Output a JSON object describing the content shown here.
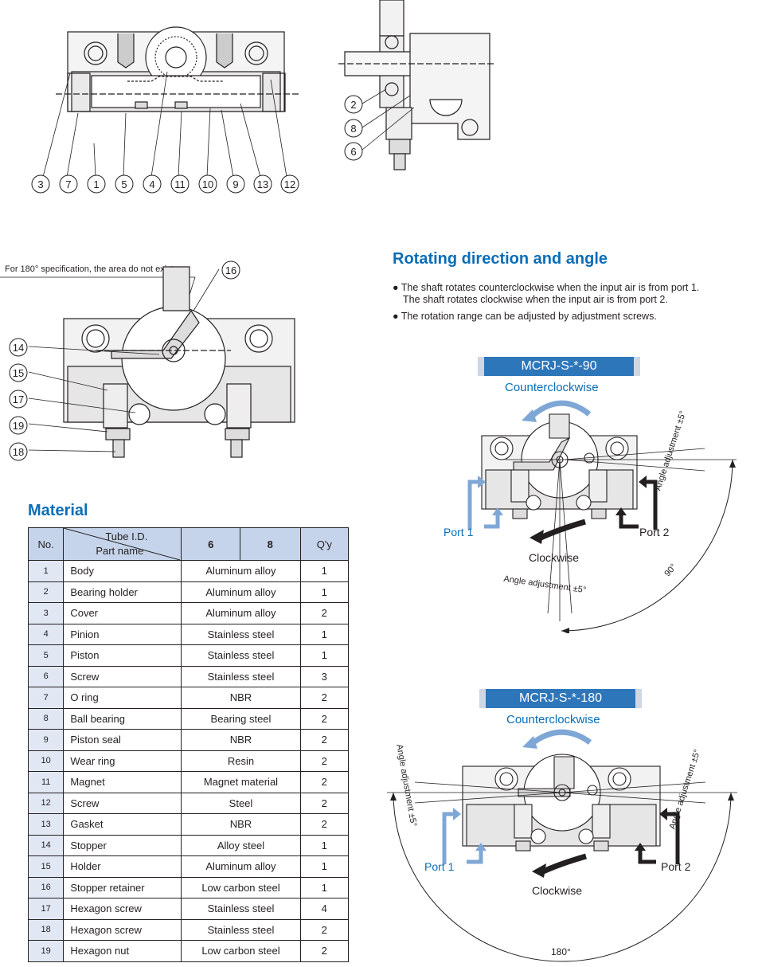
{
  "callouts_top_left": [
    "3",
    "7",
    "1",
    "5",
    "4",
    "11",
    "10",
    "9",
    "13",
    "12"
  ],
  "callouts_top_right": [
    "2",
    "8",
    "6"
  ],
  "callouts_mid": [
    "16",
    "14",
    "15",
    "17",
    "19",
    "18"
  ],
  "note_180": "For 180° specification, the area do not exist.",
  "rotating": {
    "title": "Rotating direction and angle",
    "bullet1_line1": "● The shaft rotates counterclockwise when the input air is from port 1.",
    "bullet1_line2": "The shaft rotates clockwise when the input air is from port 2.",
    "bullet2": "● The rotation range can be adjusted by adjustment screws."
  },
  "diagram90": {
    "model": "MCRJ-S-*-90",
    "ccw": "Counterclockwise",
    "cw": "Clockwise",
    "port1": "Port 1",
    "port2": "Port 2",
    "adj_top": "Angle adjustment ±5°",
    "adj_bottom": "Angle adjustment ±5°",
    "angle": "90°"
  },
  "diagram180": {
    "model": "MCRJ-S-*-180",
    "ccw": "Counterclockwise",
    "cw": "Clockwise",
    "port1": "Port 1",
    "port2": "Port 2",
    "adj_left": "Angle adjustment ±5°",
    "adj_right": "Angle adjustment ±5°",
    "angle": "180°"
  },
  "material": {
    "title": "Material",
    "headers": {
      "no": "No.",
      "tube": "Tube I.D.",
      "part": "Part name",
      "s6": "6",
      "s8": "8",
      "qty": "Q'y"
    },
    "rows": [
      {
        "no": "1",
        "part": "Body",
        "material": "Aluminum alloy",
        "qty": "1"
      },
      {
        "no": "2",
        "part": "Bearing holder",
        "material": "Aluminum alloy",
        "qty": "1"
      },
      {
        "no": "3",
        "part": "Cover",
        "material": "Aluminum alloy",
        "qty": "2"
      },
      {
        "no": "4",
        "part": "Pinion",
        "material": "Stainless steel",
        "qty": "1"
      },
      {
        "no": "5",
        "part": "Piston",
        "material": "Stainless steel",
        "qty": "1"
      },
      {
        "no": "6",
        "part": "Screw",
        "material": "Stainless steel",
        "qty": "3"
      },
      {
        "no": "7",
        "part": "O ring",
        "material": "NBR",
        "qty": "2"
      },
      {
        "no": "8",
        "part": "Ball bearing",
        "material": "Bearing steel",
        "qty": "2"
      },
      {
        "no": "9",
        "part": "Piston seal",
        "material": "NBR",
        "qty": "2"
      },
      {
        "no": "10",
        "part": "Wear ring",
        "material": "Resin",
        "qty": "2"
      },
      {
        "no": "11",
        "part": "Magnet",
        "material": "Magnet material",
        "qty": "2"
      },
      {
        "no": "12",
        "part": "Screw",
        "material": "Steel",
        "qty": "2"
      },
      {
        "no": "13",
        "part": "Gasket",
        "material": "NBR",
        "qty": "2"
      },
      {
        "no": "14",
        "part": "Stopper",
        "material": "Alloy steel",
        "qty": "1"
      },
      {
        "no": "15",
        "part": "Holder",
        "material": "Aluminum alloy",
        "qty": "1"
      },
      {
        "no": "16",
        "part": "Stopper retainer",
        "material": "Low carbon steel",
        "qty": "1"
      },
      {
        "no": "17",
        "part": "Hexagon screw",
        "material": "Stainless steel",
        "qty": "4"
      },
      {
        "no": "18",
        "part": "Hexagon screw",
        "material": "Stainless steel",
        "qty": "2"
      },
      {
        "no": "19",
        "part": "Hexagon nut",
        "material": "Low carbon steel",
        "qty": "2"
      }
    ]
  },
  "colors": {
    "accent": "#0a6db6",
    "badge": "#2d76ba",
    "arrow_blue": "#7fa7d6",
    "table_header": "#c5d4ea",
    "table_no": "#e1e8f4"
  }
}
